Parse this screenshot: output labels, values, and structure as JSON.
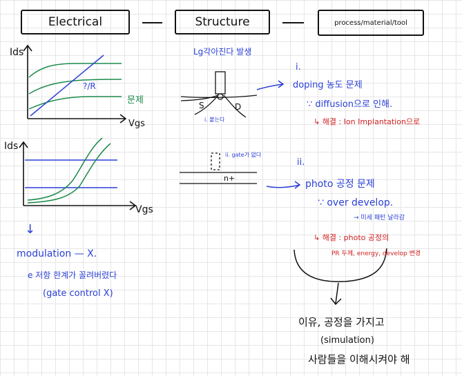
{
  "headers": {
    "electrical": "Electrical",
    "structure": "Structure",
    "process": "process/material/tool"
  },
  "graph1": {
    "ylabel": "Ids",
    "xlabel": "Vgs",
    "mark": "?/R",
    "note": "문제"
  },
  "graph2": {
    "ylabel": "Ids",
    "xlabel": "Vgs"
  },
  "left_notes": {
    "arrow": "↓",
    "modulation": "modulation — X.",
    "e_line": "e 저항 한계가 꼴려버렸다",
    "gate_control": "(gate control X)"
  },
  "structure": {
    "top_note": "Lg각아진다 발생",
    "s_label": "S",
    "d_label": "D",
    "sub_note": "i. 붙는다",
    "gate_note": "ii. gate가 없다",
    "nplus": "n+"
  },
  "process": {
    "i_label": "i.",
    "doping": "doping 농도 문제",
    "diffusion": "∵ diffusion으로 인해.",
    "solution1": "↳ 해결 : Ion Implantation으로",
    "ii_label": "ii.",
    "photo": "photo 공정 문제",
    "over_develop": "∵ over develop.",
    "fine_pattern": "→ 미세 패턴 날라감",
    "solution2_head": "↳ 해결 : photo 공정의",
    "solution2_detail": "PR 두께, energy, develop 변경"
  },
  "conclusion": {
    "line1": "이유, 공정을 가지고",
    "line2": "(simulation)",
    "line3": "사람들을 이해시켜야 해"
  },
  "colors": {
    "ink": "#111111",
    "blue": "#2a3fd6",
    "green": "#1a8a4a",
    "red": "#d02020"
  }
}
